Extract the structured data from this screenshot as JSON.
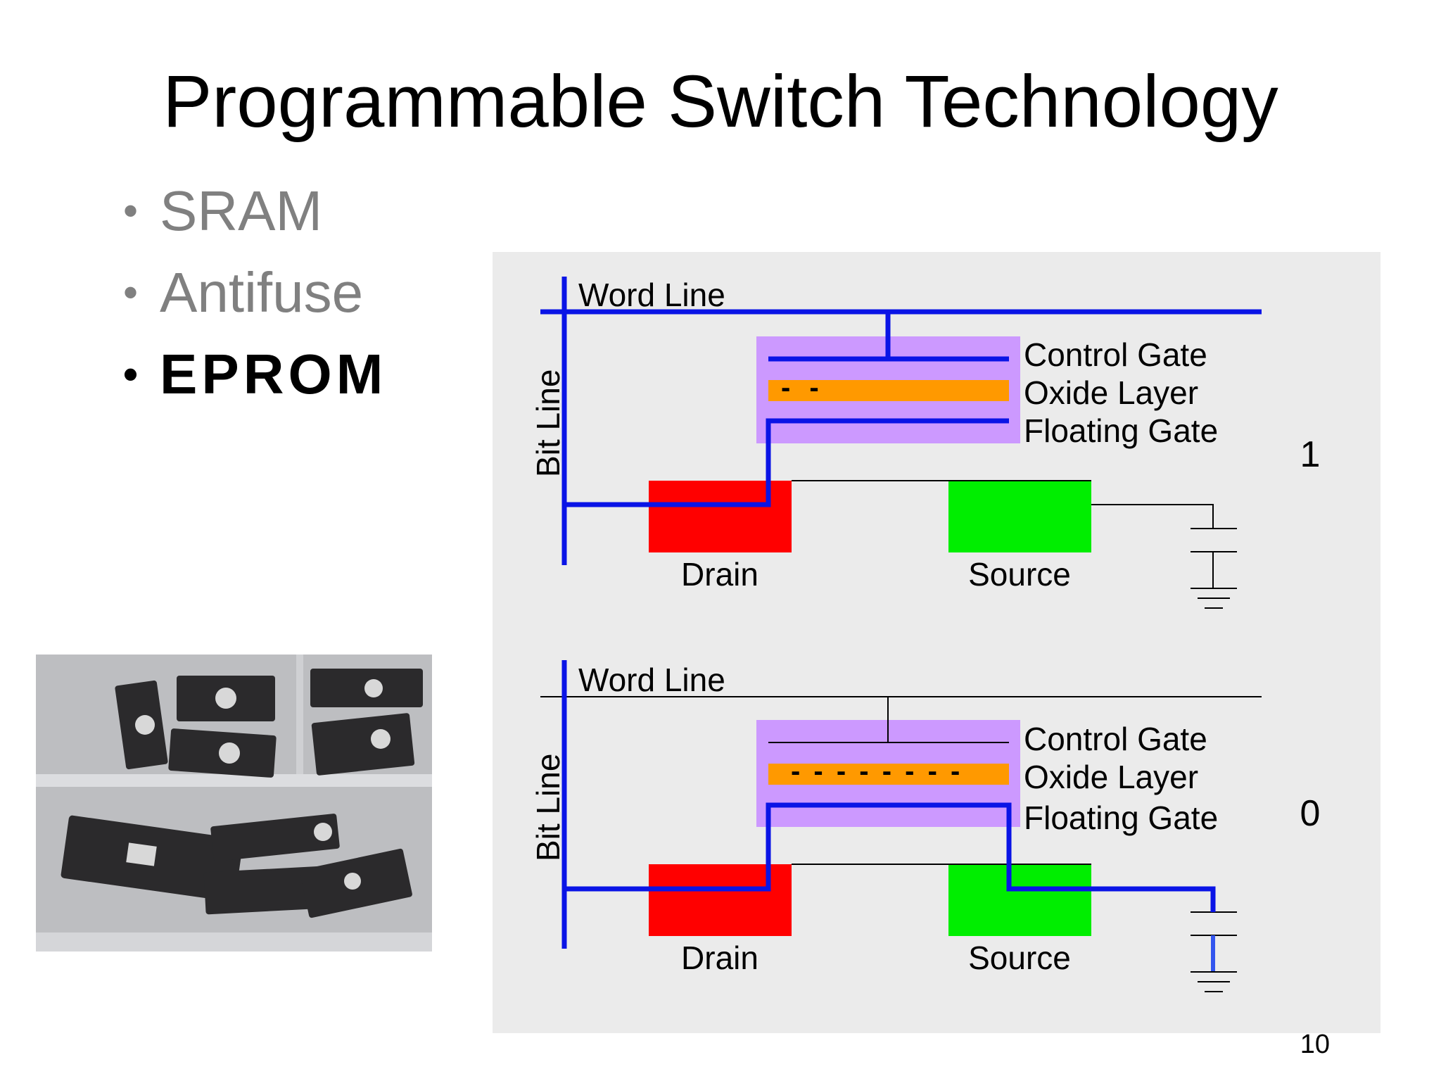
{
  "title": "Programmable Switch Technology",
  "bullets": [
    {
      "label": "SRAM",
      "active": false
    },
    {
      "label": "Antifuse",
      "active": false
    },
    {
      "label": "EPROM",
      "active": true
    }
  ],
  "diagrams": [
    {
      "state_label": "1",
      "word_line": "Word Line",
      "bit_line": "Bit Line",
      "control_gate": "Control Gate",
      "oxide_layer": "Oxide Layer",
      "floating_gate": "Floating Gate",
      "drain": "Drain",
      "source": "Source",
      "charge_marks": "- -"
    },
    {
      "state_label": "0",
      "word_line": "Word Line",
      "bit_line": "Bit Line",
      "control_gate": "Control Gate",
      "oxide_layer": "Oxide Layer",
      "floating_gate": "Floating Gate",
      "drain": "Drain",
      "source": "Source",
      "charge_marks": "- - - - - - - -"
    }
  ],
  "colors": {
    "conductor": "#0a14e6",
    "plain_wire": "#000000",
    "gate_region": "#cc99ff",
    "oxide_layer": "#ff9900",
    "drain": "#ff0000",
    "source": "#00ee00",
    "panel_background": "#ebebeb"
  },
  "slide_number": "10"
}
